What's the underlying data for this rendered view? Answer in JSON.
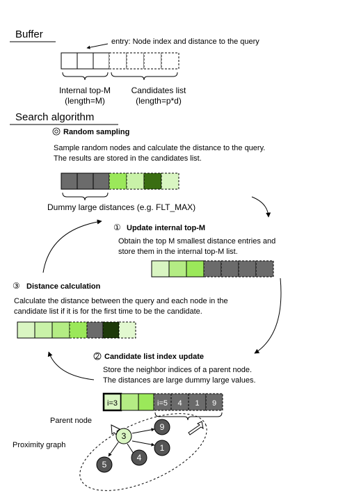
{
  "buffer": {
    "heading": "Buffer",
    "entry_note": "entry: Node index and distance to the query",
    "internal_label": "Internal top-M",
    "internal_sub": "(length=M)",
    "candidates_label": "Candidates list",
    "candidates_sub": "(length=p*d)"
  },
  "search": {
    "heading": "Search algorithm"
  },
  "steps": {
    "s0": {
      "title": "Random sampling",
      "line1": "Sample random nodes and calculate the distance to the query.",
      "line2": "The results are stored in the candidates list.",
      "dummy_note": "Dummy large distances (e.g. FLT_MAX)"
    },
    "s1": {
      "marker": "①",
      "title": "Update internal top-M",
      "line1": "Obtain the top M smallest distance entries and",
      "line2": "store them in the internal top-M list."
    },
    "s3": {
      "marker": "③",
      "title": "Distance calculation",
      "line1": "Calculate the distance between the query and each node in the",
      "line2": "candidate list if it is for the first time to be the candidate."
    },
    "s2": {
      "title": "Candidate list index update",
      "line1": "Store the neighbor indices of a parent node.",
      "line2": "The distances are large dummy large values."
    }
  },
  "index_row": [
    "i=3",
    "i=5",
    "4",
    "1",
    "9"
  ],
  "graph": {
    "parent_label": "Parent node",
    "graph_label": "Proximity graph",
    "nodes": [
      "3",
      "9",
      "1",
      "4",
      "5"
    ]
  },
  "colors": {
    "light_green": "#d9f5c2",
    "mid_green": "#b4ec84",
    "bright_green": "#9be85a",
    "dark_green": "#3a6e12",
    "very_dark_green": "#1e3a0a",
    "gray": "#6b6b6b",
    "node_gray": "#555555"
  }
}
